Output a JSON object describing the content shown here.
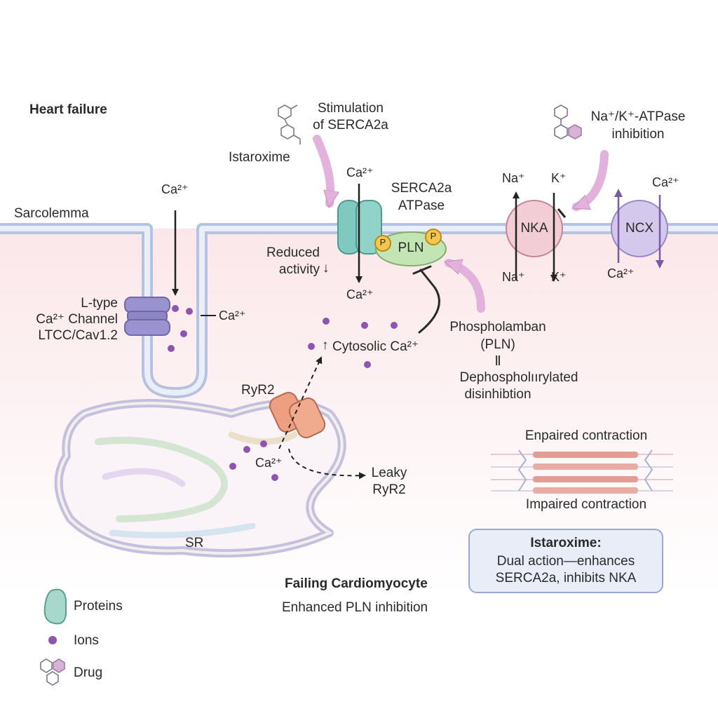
{
  "title": "Heart failure",
  "colors": {
    "cytoplasm": "#fbe9ea",
    "membrane": "#c7d3ea",
    "serca": "#7fc9bf",
    "pln": "#bfe3b0",
    "phospho": "#f4c64d",
    "nka": "#e8b4c4",
    "ncx": "#cfc3ea",
    "ltcc": "#9a93cf",
    "ryr2": "#ea9a7e",
    "ion": "#8f54b0",
    "drug_arrow": "#dfaad6"
  },
  "labels": {
    "sarcolemma": "Sarcolemma",
    "ca_in_ltcc": "Ca²⁺",
    "ltcc_line1": "L-type",
    "ltcc_line2": "Ca²⁺ Channel",
    "ltcc_line3": "LTCC/Cav1.2",
    "ca_right_ltcc": "Ca²⁺",
    "stimulation_line1": "Stimulation",
    "stimulation_line2": "of SERCA2a",
    "istaroxime": "Istaroxime",
    "ca_top_serca": "Ca²⁺",
    "serca_line1": "SERCA2a",
    "serca_line2": "ATPase",
    "pln": "PLN",
    "phospho_p": "P",
    "reduced_line1": "Reduced",
    "reduced_line2": "activity",
    "reduced_arrow": "↓",
    "ca_bottom_serca": "Ca²⁺",
    "cytosolic": "Cytosolic Ca²⁺",
    "cytosolic_arrow": "↑",
    "pln_desc_line1": "Phospholamban",
    "pln_desc_line2": "(PLN)",
    "pln_desc_line3": "Ⅱ",
    "pln_desc_line4": "Dephospholıırylated",
    "pln_desc_line5": "disinhibtion",
    "nka_inh_line1": "Na⁺/K⁺-ATPase",
    "nka_inh_line2": "inhibition",
    "na_top": "Na⁺",
    "k_top": "K⁺",
    "nka": "NKA",
    "na_bottom": "Na⁺",
    "k_bottom": "K⁺",
    "ncx": "NCX",
    "ca_ncx_top": "Ca²⁺",
    "ca_ncx_bottom": "Ca²⁺",
    "ryr2": "RyR2",
    "ca_sr": "Ca²⁺",
    "leaky_line1": "Leaky",
    "leaky_line2": "RyR2",
    "sr": "SR",
    "contraction_top": "Enpaired contraction",
    "contraction_bottom": "Impaired contraction",
    "box_title": "Istaroxime:",
    "box_line1": "Dual action—enhances",
    "box_line2": "SERCA2a, inhibits NKA",
    "cell_title": "Failing Cardiomyocyte",
    "cell_subtitle": "Enhanced PLN inhibition"
  },
  "legend": [
    {
      "label": "Proteins",
      "icon": "protein-icon"
    },
    {
      "label": "Ions",
      "icon": "ion-dot-icon"
    },
    {
      "label": "Drug",
      "icon": "drug-molecule-icon"
    }
  ]
}
